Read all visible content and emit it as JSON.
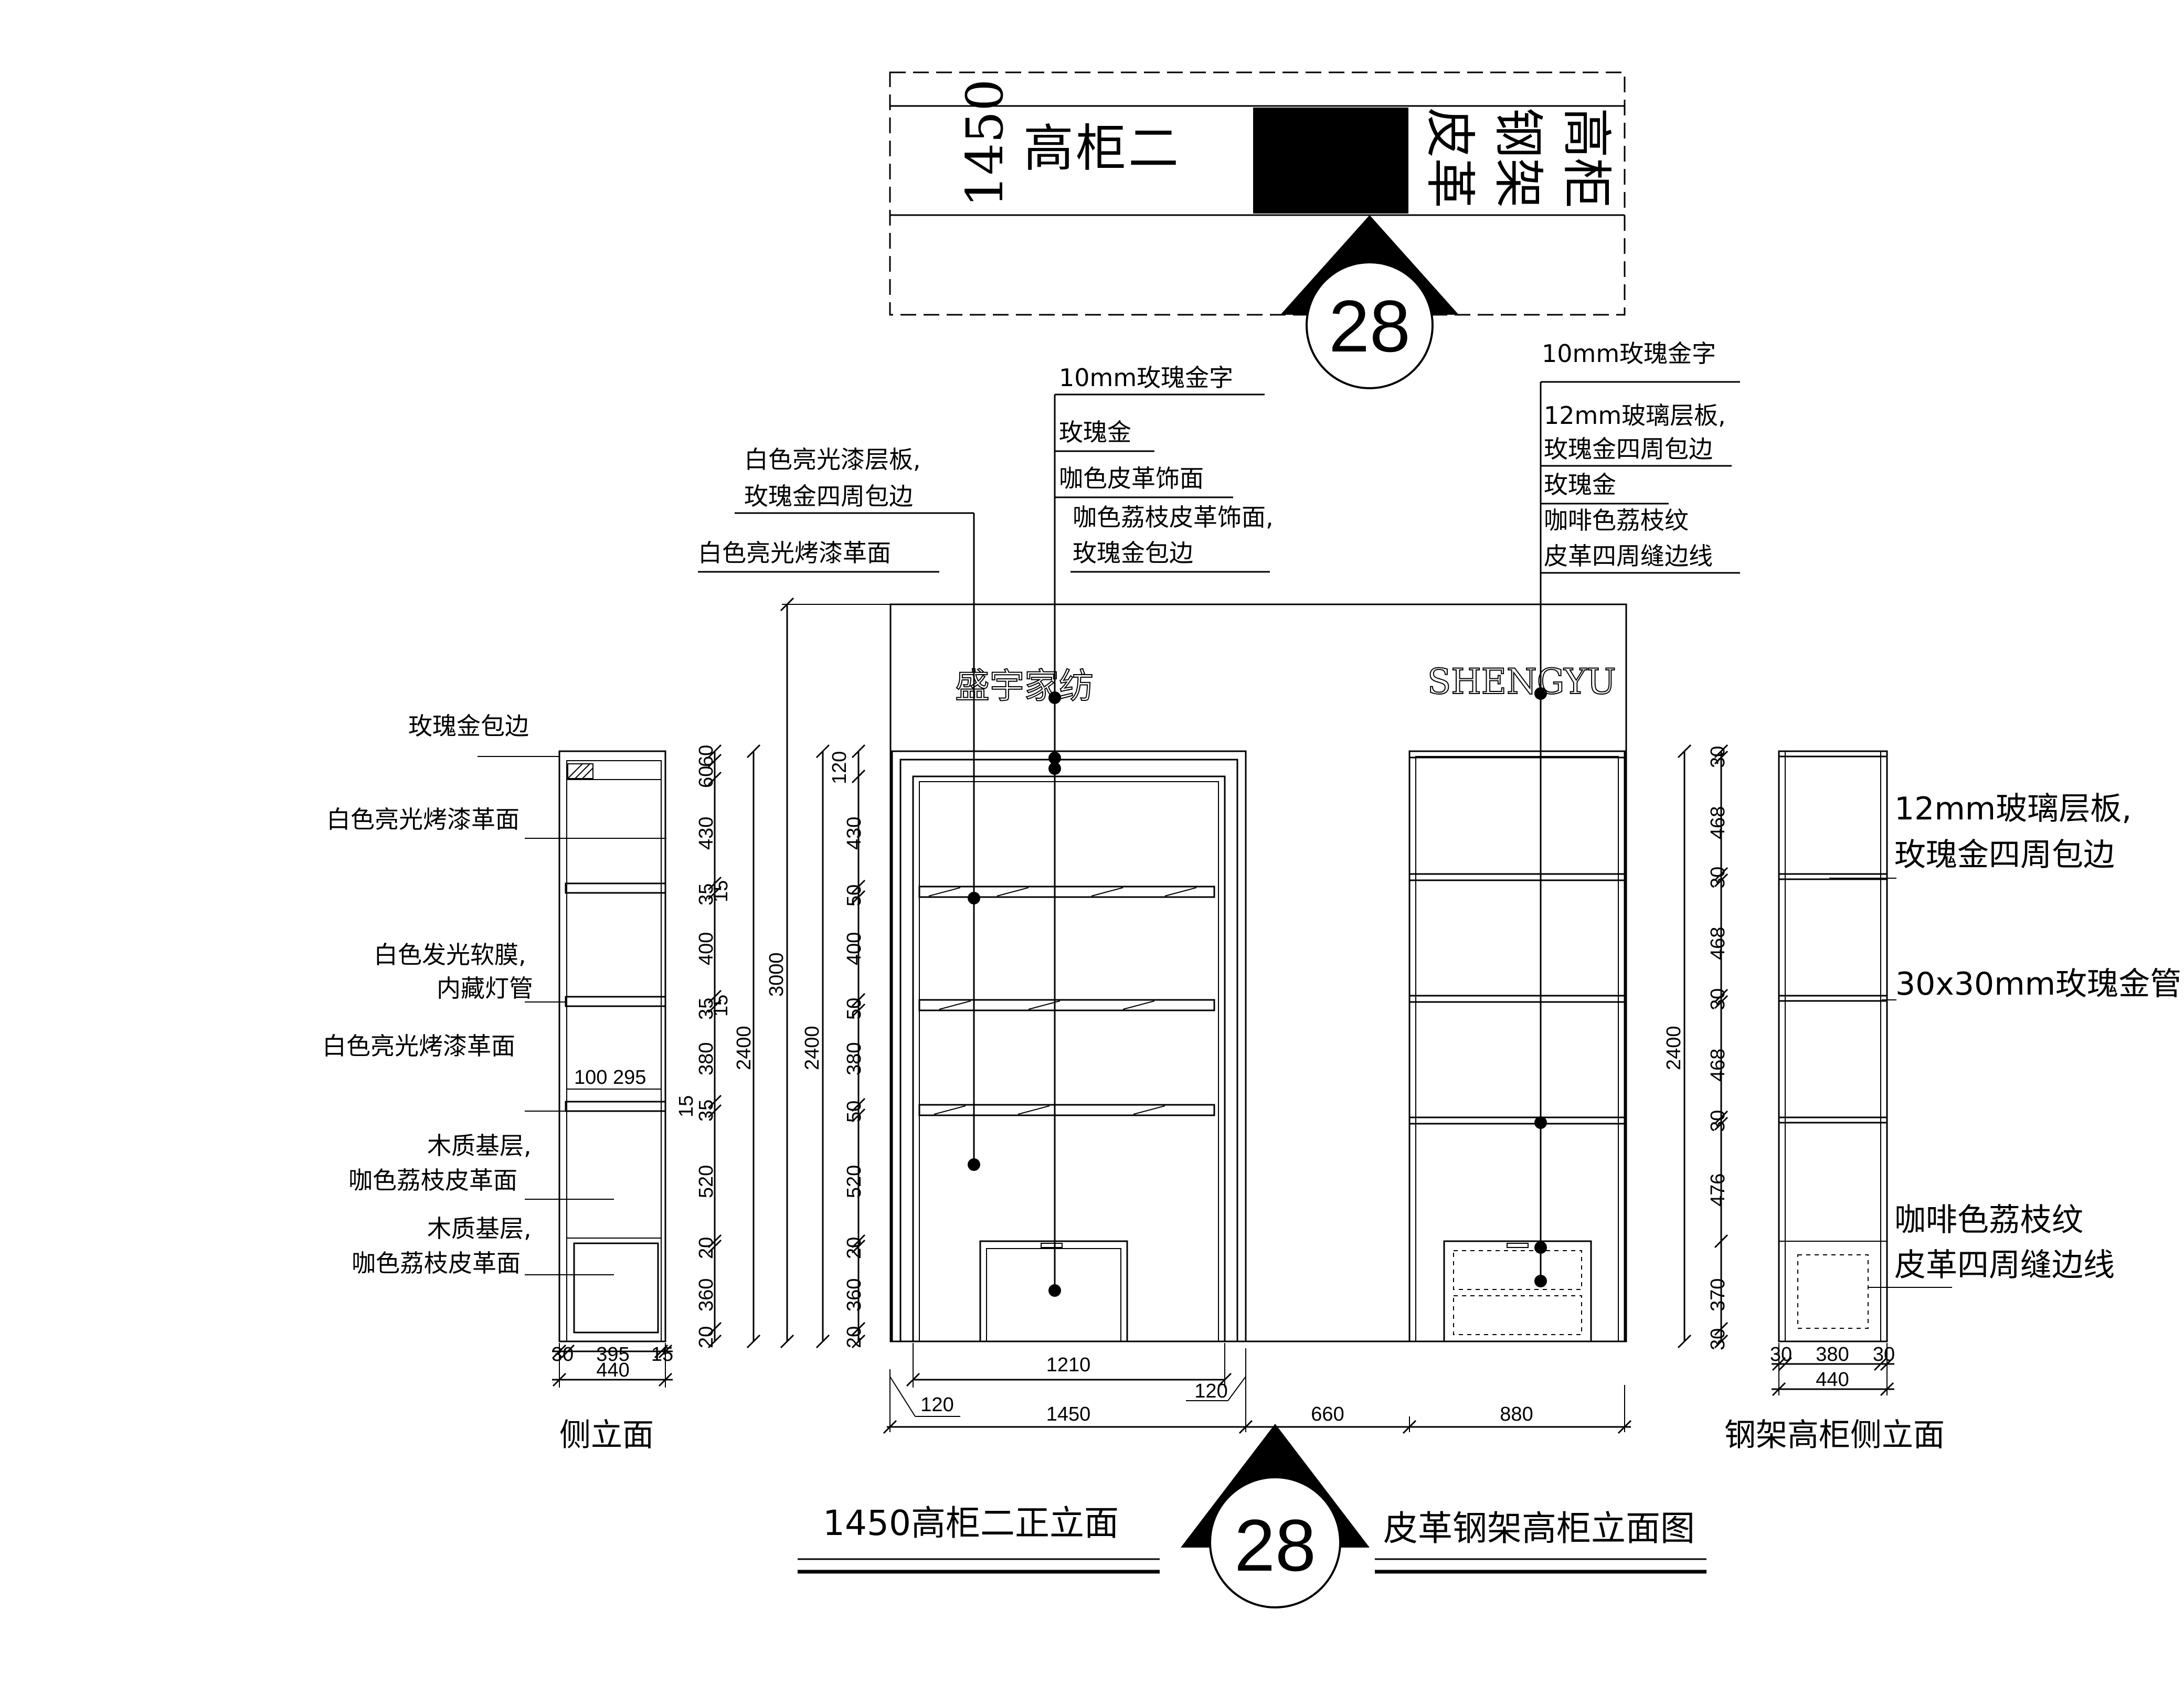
{
  "key_plan": {
    "left_vertical": [
      "1450",
      "高",
      "柜",
      "二"
    ],
    "right_vertical": [
      "皮革",
      "钢架",
      "高柜"
    ],
    "marker": "28"
  },
  "front_elevation": {
    "logo_left": "盛宇家纺",
    "logo_right": "SHENGYU",
    "callouts_top_left": [
      "白色亮光漆层板,",
      "玫瑰金四周包边",
      "白色亮光烤漆革面"
    ],
    "callouts_top_mid": [
      "10mm玫瑰金字",
      "玫瑰金",
      "咖色皮革饰面",
      "咖色荔枝皮革饰面,",
      "玫瑰金包边"
    ],
    "callouts_top_right": [
      "10mm玫瑰金字",
      "12mm玻璃层板,",
      "玫瑰金四周包边",
      "玫瑰金",
      "咖啡色荔枝纹",
      "皮革四周缝边线"
    ],
    "dims_left_cab_vertical": [
      "120",
      "430",
      "50",
      "400",
      "50",
      "380",
      "50",
      "520",
      "20",
      "360",
      "20"
    ],
    "overall_heights": [
      "3000",
      "2400",
      "2400"
    ],
    "dims_bottom": [
      "1210",
      "120",
      "120",
      "1450",
      "660",
      "880"
    ],
    "dims_right_cab_vertical": [
      "30",
      "468",
      "30",
      "468",
      "30",
      "468",
      "30",
      "476",
      "370",
      "30",
      "2400"
    ]
  },
  "side_elevation": {
    "callouts": [
      "玫瑰金包边",
      "白色亮光烤漆革面",
      "白色发光软膜,",
      "内藏灯管",
      "白色亮光烤漆革面",
      "木质基层,",
      "咖色荔枝皮革面",
      "木质基层,",
      "咖色荔枝皮革面"
    ],
    "dims_vertical": [
      "60",
      "60",
      "430",
      "35",
      "15",
      "400",
      "35",
      "15",
      "380",
      "15",
      "35",
      "520",
      "20",
      "360",
      "20",
      "2400"
    ],
    "dims_inner": [
      "100",
      "295"
    ],
    "dims_bottom": [
      "30",
      "395",
      "15",
      "440"
    ],
    "title": "侧立面"
  },
  "steel_side_elevation": {
    "callouts": [
      "12mm玻璃层板,",
      "玫瑰金四周包边",
      "30x30mm玫瑰金管",
      "咖啡色荔枝纹",
      "皮革四周缝边线"
    ],
    "dims_bottom": [
      "30",
      "380",
      "30",
      "440"
    ],
    "title": "钢架高柜侧立面"
  },
  "titles": {
    "left_main": "1450高柜二正立面",
    "right_main": "皮革钢架高柜立面图",
    "marker": "28"
  }
}
